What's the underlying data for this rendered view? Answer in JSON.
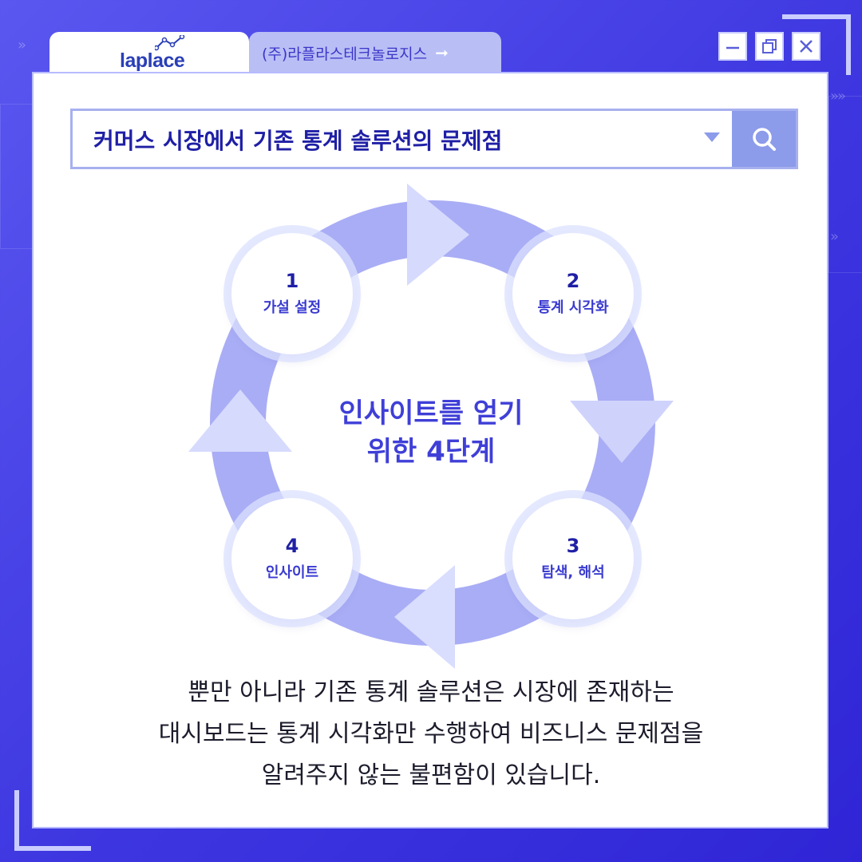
{
  "brand": {
    "logo_text": "laplace"
  },
  "tabs": {
    "company": "(주)라플라스테크놀로지스",
    "arrow_glyph": "➞"
  },
  "window_controls": {
    "minimize_icon": "minimize-icon",
    "restore_icon": "restore-icon",
    "close_icon": "close-icon"
  },
  "search": {
    "query": "커머스 시장에서 기존 통계 솔루션의 문제점"
  },
  "cycle": {
    "center_line1": "인사이트를 얻기",
    "center_line2": "위한 4단계",
    "steps": [
      {
        "num": "1",
        "label": "가설 설정"
      },
      {
        "num": "2",
        "label": "통계 시각화"
      },
      {
        "num": "3",
        "label": "탐색, 해석"
      },
      {
        "num": "4",
        "label": "인사이트"
      }
    ]
  },
  "body": {
    "line1": "뿐만 아니라 기존 통계 솔루션은 시장에 존재하는",
    "line2": "대시보드는 통계 시각화만 수행하여 비즈니스 문제점을",
    "line3": "알려주지 않는 불편함이 있습니다."
  },
  "colors": {
    "accent": "#1f1fa6",
    "ring": "#a9adf5",
    "background": "#3d36e0"
  }
}
